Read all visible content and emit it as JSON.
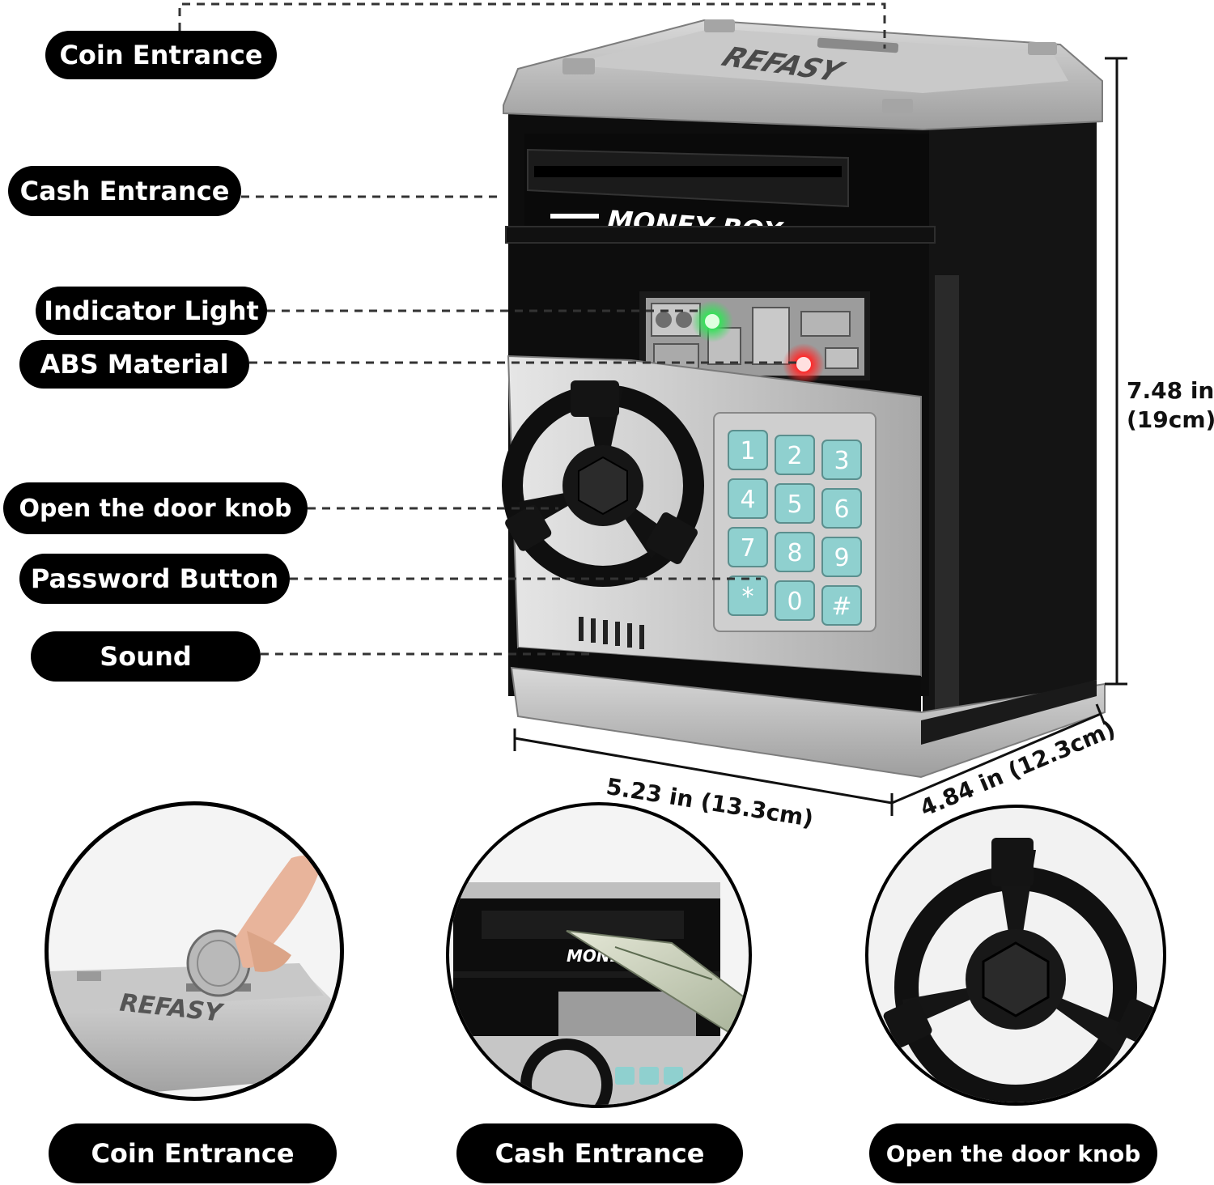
{
  "labels": {
    "coin_entrance": "Coin Entrance",
    "cash_entrance": "Cash Entrance",
    "indicator_light": "Indicator Light",
    "abs_material": "ABS Material",
    "open_knob": "Open the door knob",
    "password_button": "Password Button",
    "sound": "Sound"
  },
  "product": {
    "brand": "REFASY",
    "panel_text": "MONEY BOX",
    "keys": [
      "1",
      "2",
      "3",
      "4",
      "5",
      "6",
      "7",
      "8",
      "9",
      "*",
      "0",
      "#"
    ]
  },
  "dimensions": {
    "height_in": "7.48 in",
    "height_cm": "(19cm)",
    "width": "5.23 in (13.3cm)",
    "depth": "4.84 in (12.3cm)"
  },
  "details": {
    "coin_entrance": "Coin Entrance",
    "cash_entrance": "Cash Entrance",
    "open_knob": "Open the door knob",
    "brand": "REFASY",
    "panel_text_partial": "MONE"
  },
  "colors": {
    "body": "#0d0d0d",
    "silver": "#bfbfbf",
    "key": "#8fd0cf",
    "led_green": "#37e05a",
    "led_red": "#ff2a2a"
  }
}
